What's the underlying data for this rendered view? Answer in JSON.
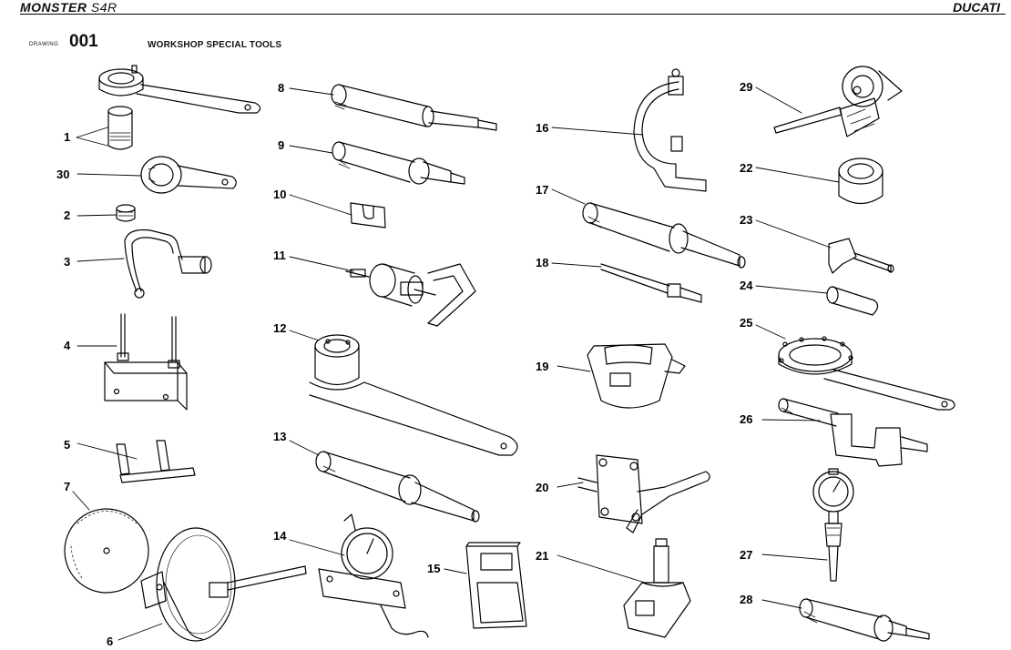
{
  "header": {
    "model": "MONSTER",
    "model_variant": "S4R",
    "brand": "DUCATI"
  },
  "drawing": {
    "label": "DRAWING",
    "number": "001",
    "title": "WORKSHOP SPECIAL TOOLS"
  },
  "callouts": {
    "c1": "1",
    "c30": "30",
    "c2": "2",
    "c3": "3",
    "c4": "4",
    "c5": "5",
    "c7": "7",
    "c6": "6",
    "c8": "8",
    "c9": "9",
    "c10": "10",
    "c11": "11",
    "c12": "12",
    "c13": "13",
    "c14": "14",
    "c15": "15",
    "c16": "16",
    "c17": "17",
    "c18": "18",
    "c19": "19",
    "c20": "20",
    "c21": "21",
    "c29": "29",
    "c22": "22",
    "c23": "23",
    "c24": "24",
    "c25": "25",
    "c26": "26",
    "c27": "27",
    "c28": "28"
  }
}
